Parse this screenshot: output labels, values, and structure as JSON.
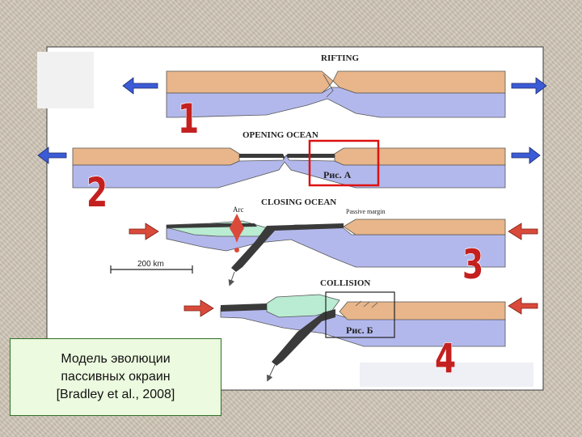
{
  "diagram": {
    "stages": {
      "rifting": "RIFTING",
      "opening": "OPENING OCEAN",
      "closing": "CLOSING OCEAN",
      "collision": "COLLISION"
    },
    "annotations": {
      "arc": "Arc",
      "passive_margin": "Passive margin",
      "scale_bar": "200 km",
      "fig_a": "Рис. А",
      "fig_b": "Рис. Б"
    },
    "step_numbers": [
      "1",
      "2",
      "3",
      "4"
    ]
  },
  "caption": {
    "line1": "Модель эволюции",
    "line2": "пассивных окраин",
    "line3": "[Bradley et al., 2008]"
  },
  "colors": {
    "continental_crust": "#e8b68a",
    "mantle_lithosphere": "#b3b8ec",
    "oceanic_crust": "#3a3a3a",
    "accretionary_wedge": "#b9ecd2",
    "arrow_blue": "#3c5bd6",
    "arrow_red": "#d94a3a",
    "step_number": "#c42020",
    "highlight_box": "#dd1111"
  }
}
